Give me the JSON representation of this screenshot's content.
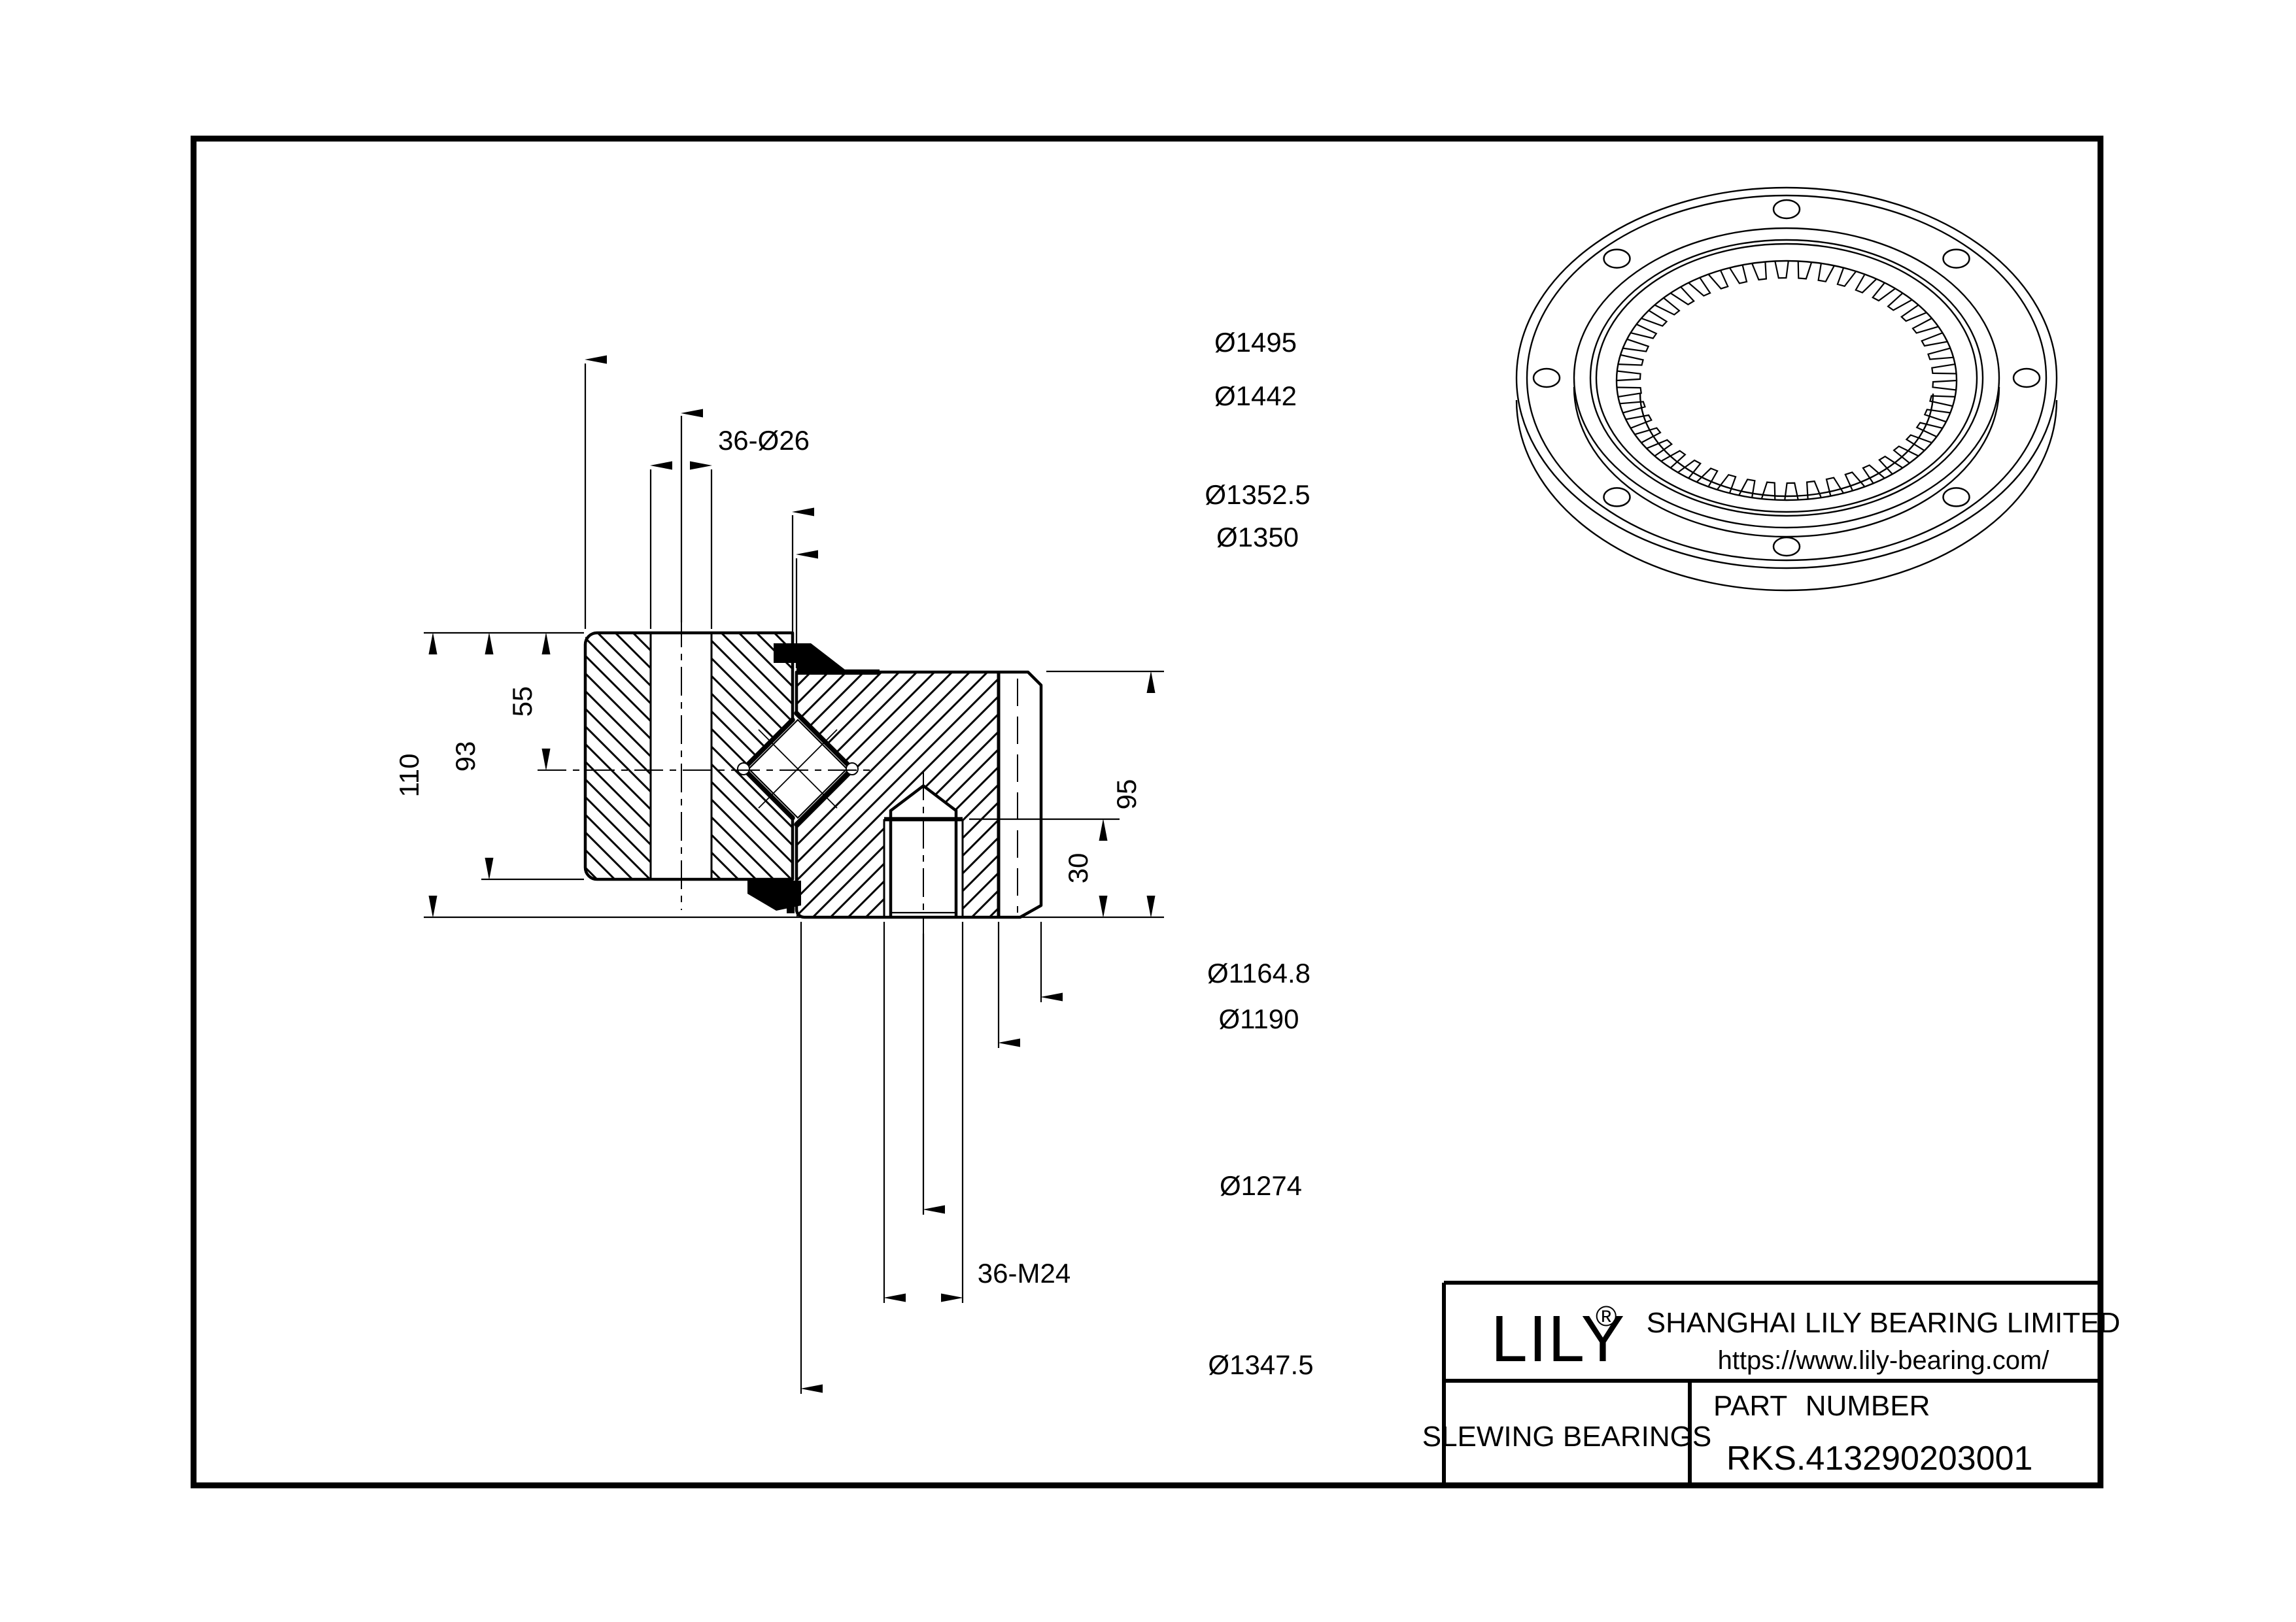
{
  "drawing_type": "slewing bearing engineering drawing",
  "title_block": {
    "brand": "LILY",
    "registered_mark": "®",
    "company": "SHANGHAI LILY BEARING LIMITED",
    "website": "https://www.lily-bearing.com/",
    "category": "SLEWING BEARINGS",
    "part_label": "PART NUMBER",
    "part_number": "RKS.413290203001"
  },
  "dims": {
    "upper": [
      {
        "label": "Ø1495"
      },
      {
        "label": "Ø1442"
      },
      {
        "label": "36-Ø26"
      },
      {
        "label": "Ø1352.5"
      },
      {
        "label": "Ø1350"
      }
    ],
    "lower": [
      {
        "label": "Ø1164.8"
      },
      {
        "label": "Ø1190"
      },
      {
        "label": "Ø1274"
      },
      {
        "label": "36-M24"
      },
      {
        "label": "Ø1347.5"
      }
    ],
    "left": [
      {
        "label": "110"
      },
      {
        "label": "93"
      },
      {
        "label": "55"
      }
    ],
    "right": [
      {
        "label": "95"
      },
      {
        "label": "30"
      }
    ]
  },
  "colors": {
    "line": "#000000",
    "background": "#ffffff",
    "seal": "#000000"
  }
}
